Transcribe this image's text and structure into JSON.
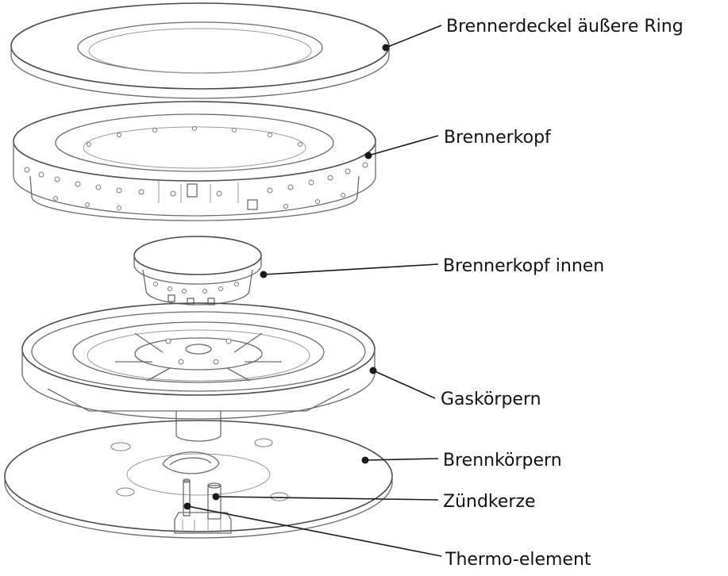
{
  "labels": {
    "outer_ring": "Brennerdeckel äußere Ring",
    "burner_head": "Brennerkopf",
    "burner_head_inner": "Brennerkopf innen",
    "gas_body": "Gaskörpern",
    "burner_body": "Brennkörpern",
    "spark_plug": "Zündkerze",
    "thermo_element": "Thermo-element"
  },
  "colors": {
    "line_art": "#6a6a6a",
    "leader": "#1a1a1a",
    "text": "#111111",
    "background": "#ffffff"
  }
}
